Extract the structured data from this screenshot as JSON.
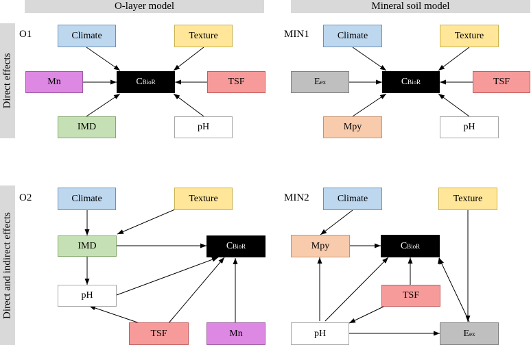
{
  "headers": {
    "olayer": "O-layer model",
    "mineral": "Mineral soil model"
  },
  "side_labels": {
    "direct": "Direct effects",
    "indirect": "Direct and indirect effects"
  },
  "panels": {
    "o1": "O1",
    "min1": "MIN1",
    "o2": "O2",
    "min2": "MIN2"
  },
  "nodes": {
    "climate": "Climate",
    "texture": "Texture",
    "mn": "Mn",
    "tsf": "TSF",
    "imd": "IMD",
    "ph": "pH",
    "mpy": "Mpy",
    "e_main": "E",
    "e_sub": "ex",
    "c_main": "C",
    "c_sub": "BioR"
  },
  "colors": {
    "climate": "#bdd7ee",
    "texture": "#ffe699",
    "mn": "#dd88e3",
    "tsf": "#f79a9a",
    "imd": "#c5e0b4",
    "ph": "#ffffff",
    "eex": "#bfbfbf",
    "mpy": "#f8cbad",
    "cbior": "#000000"
  }
}
